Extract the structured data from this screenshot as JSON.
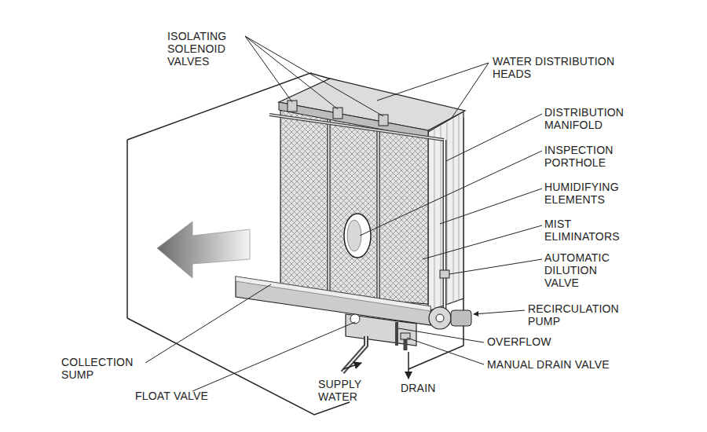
{
  "diagram": {
    "labels": [
      "ISOLATING SOLENOID VALVES",
      "WATER DISTRIBUTION HEADS",
      "DISTRIBUTION MANIFOLD",
      "INSPECTION PORTHOLE",
      "HUMIDIFYING ELEMENTS",
      "MIST ELIMINATORS",
      "AUTOMATIC DILUTION VALVE",
      "RECIRCULATION PUMP",
      "OVERFLOW",
      "MANUAL DRAIN VALVE",
      "COLLECTION SUMP",
      "FLOAT VALVE",
      "SUPPLY WATER",
      "DRAIN"
    ]
  }
}
